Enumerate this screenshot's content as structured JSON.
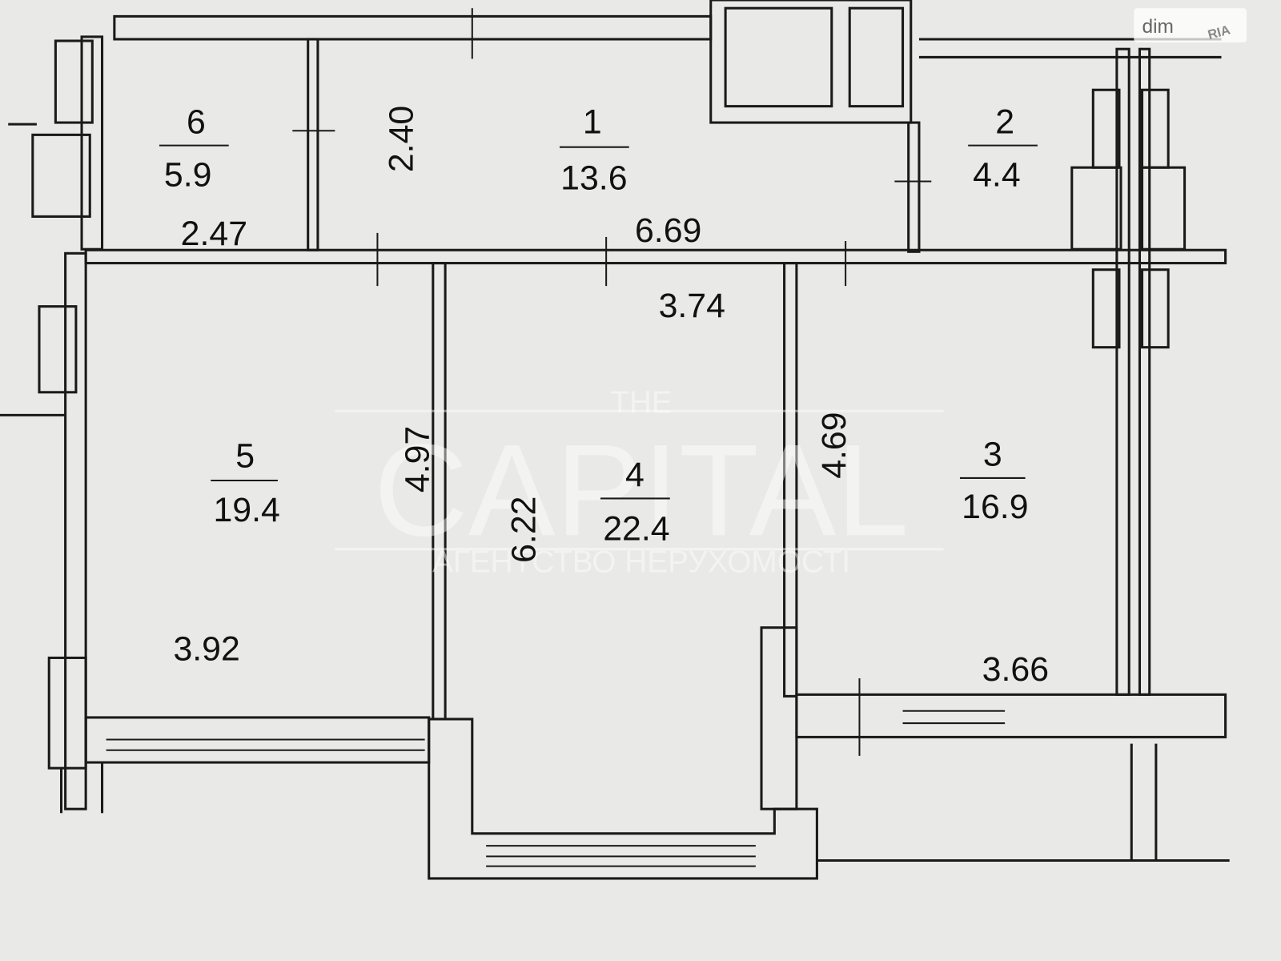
{
  "rooms": [
    {
      "number": "6",
      "area": "5.9"
    },
    {
      "number": "1",
      "area": "13.6"
    },
    {
      "number": "2",
      "area": "4.4"
    },
    {
      "number": "5",
      "area": "19.4"
    },
    {
      "number": "4",
      "area": "22.4"
    },
    {
      "number": "3",
      "area": "16.9"
    }
  ],
  "dimensions": {
    "d240": "2.40",
    "d247": "2.47",
    "d669": "6.69",
    "d374": "3.74",
    "d497": "4.97",
    "d622": "6.22",
    "d469": "4.69",
    "d392": "3.92",
    "d366": "3.66"
  },
  "watermark": {
    "top": "THE",
    "main": "CAPITAL",
    "sub": "АГЕНТСТВО НЕРУХОМОСТІ"
  },
  "logo": {
    "text": "dim",
    "badge": "RIA"
  },
  "colors": {
    "background": "#e9e9e7",
    "ink": "#1a1a1a"
  }
}
